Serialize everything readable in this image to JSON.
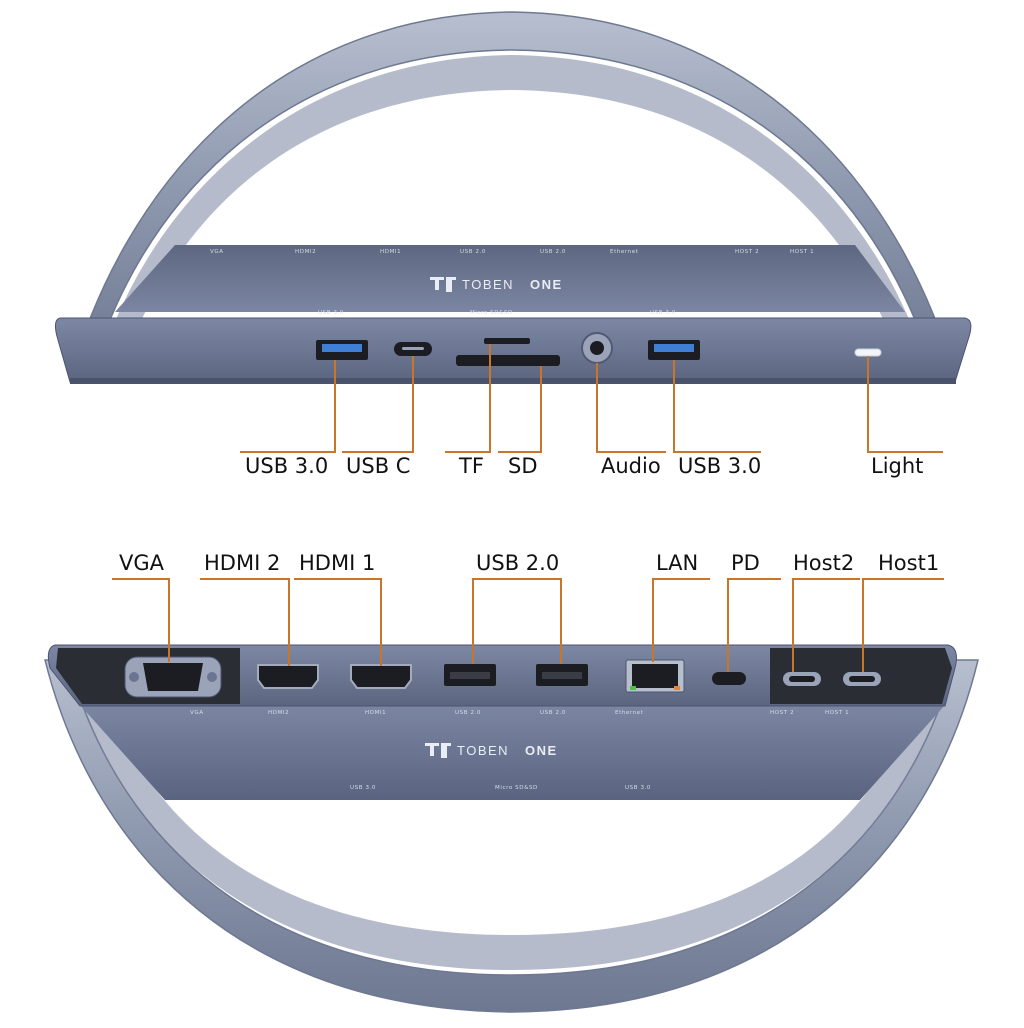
{
  "brand": {
    "light": "TOBEN",
    "bold": "ONE"
  },
  "top_labels": {
    "usb3_left": "USB 3.0",
    "usb_c": "USB C",
    "tf": "TF",
    "sd": "SD",
    "audio": "Audio",
    "usb3_right": "USB 3.0",
    "light": "Light"
  },
  "bottom_labels": {
    "vga": "VGA",
    "hdmi2": "HDMI 2",
    "hdmi1": "HDMI 1",
    "usb2": "USB 2.0",
    "lan": "LAN",
    "pd": "PD",
    "host2": "Host2",
    "host1": "Host1"
  },
  "colors": {
    "body": "#6b7591",
    "body_dark": "#4f586f",
    "ring": "#9aa3b8",
    "usb3_blue": "#3f7fd6",
    "leader": "#c8772a",
    "port_black": "#1b1d22"
  }
}
